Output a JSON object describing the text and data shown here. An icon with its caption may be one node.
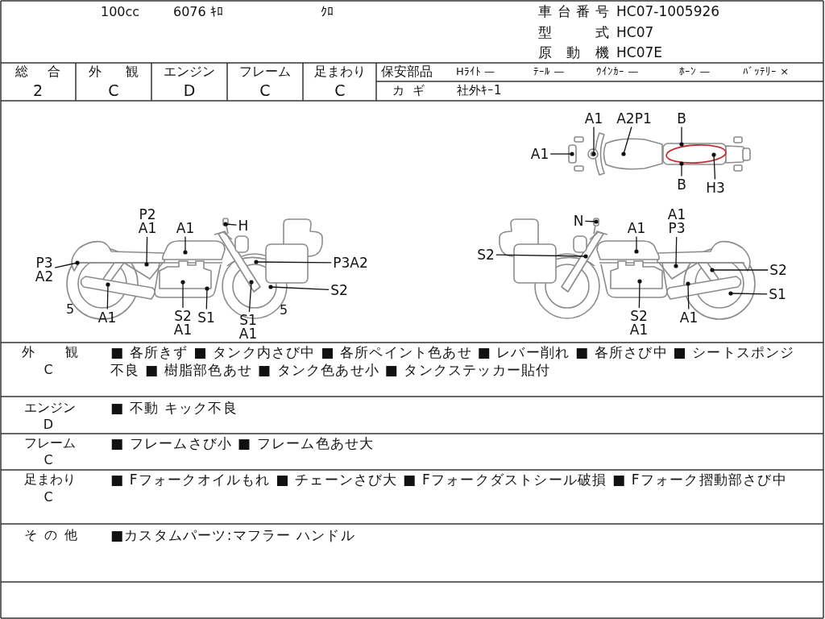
{
  "diagram": {
    "nodes": [
      {
        "text": [
          "A1"
        ]
      },
      {
        "text": [
          "A2P1"
        ]
      },
      {
        "text": [
          "B"
        ]
      },
      {
        "text": [
          "A1"
        ]
      },
      {
        "text": [
          "B"
        ]
      },
      {
        "text": [
          "H3"
        ]
      },
      {
        "text": [
          "P2",
          "A1"
        ]
      },
      {
        "text": [
          "A1"
        ]
      },
      {
        "text": [
          "H"
        ]
      },
      {
        "text": [
          "P3",
          "A2"
        ]
      },
      {
        "text": [
          "P3A2"
        ]
      },
      {
        "text": [
          "S2"
        ]
      },
      {
        "text": [
          "A1"
        ]
      },
      {
        "text": [
          "S2",
          "A1"
        ]
      },
      {
        "text": [
          "S1"
        ]
      },
      {
        "text": [
          "S1",
          "A1"
        ]
      },
      {
        "text": [
          "A1",
          "P3"
        ]
      },
      {
        "text": [
          "N"
        ]
      },
      {
        "text": [
          "A1"
        ]
      },
      {
        "text": [
          "S2"
        ]
      },
      {
        "text": [
          "S2"
        ]
      },
      {
        "text": [
          "S1"
        ]
      },
      {
        "text": [
          "S2",
          "A1"
        ]
      },
      {
        "text": [
          "A1"
        ]
      }
    ],
    "edges": [
      {
        "from": 0,
        "to": null,
        "arrow": "other"
      },
      {
        "from": 1,
        "to": null,
        "arrow": "other"
      },
      {
        "from": 2,
        "to": null,
        "arrow": "other"
      },
      {
        "from": 3,
        "to": null,
        "arrow": "other"
      },
      {
        "from": 4,
        "to": null,
        "arrow": "other"
      },
      {
        "from": 5,
        "to": null,
        "arrow": "other"
      },
      {
        "from": 6,
        "to": null,
        "arrow": "other"
      },
      {
        "from": 7,
        "to": null,
        "arrow": "other"
      },
      {
        "from": 8,
        "to": null,
        "arrow": "other"
      },
      {
        "from": 9,
        "to": null,
        "arrow": "other"
      },
      {
        "from": 10,
        "to": null,
        "arrow": "other"
      },
      {
        "from": 11,
        "to": null,
        "arrow": "other"
      },
      {
        "from": 12,
        "to": null,
        "arrow": "other"
      },
      {
        "from": 13,
        "to": null,
        "arrow": "other"
      },
      {
        "from": 14,
        "to": null,
        "arrow": "other"
      },
      {
        "from": 15,
        "to": null,
        "arrow": "other"
      },
      {
        "from": 16,
        "to": null,
        "arrow": "other"
      },
      {
        "from": 17,
        "to": null,
        "arrow": "other"
      },
      {
        "from": 18,
        "to": null,
        "arrow": "other"
      },
      {
        "from": 19,
        "to": null,
        "arrow": "other"
      },
      {
        "from": 20,
        "to": null,
        "arrow": "other"
      },
      {
        "from": 21,
        "to": null,
        "arrow": "other"
      },
      {
        "from": 22,
        "to": null,
        "arrow": "other"
      },
      {
        "from": 23,
        "to": null,
        "arrow": "other"
      }
    ],
    "labels": [
      "100cc",
      "6076 ｷﾛ",
      "ｸﾛ",
      "車台番号",
      "HC07-1005926",
      "型 式",
      "HC07",
      "原 動 機",
      "HC07E",
      "総 合",
      "外 観",
      "エンジン",
      "フレーム",
      "足まわり",
      "保安部品",
      "Hﾗｲﾄ —",
      "ﾃｰﾙ —",
      "ｳｲﾝｶｰ —",
      "ﾎｰﾝ —",
      "ﾊﾞｯﾃﾘｰ ×",
      "2",
      "C",
      "D",
      "C",
      "C",
      "カ ギ",
      "社外ｷｰ1",
      "5",
      "5",
      "外 観",
      "C",
      "■ 各所きず ■ タンク内さび中 ■ 各所ペイント色あせ ■ レバー削れ ■ 各所さび中 ■ シートスポンジ不良 ■ 樹脂部色あせ ■ タンク色あせ小 ■ タンクステッカー貼付",
      "エンジン",
      "D",
      "■ 不動 キック不良",
      "フレーム",
      "C",
      "■ フレームさび小 ■ フレーム色あせ大",
      "足まわり",
      "C",
      "■ Fフォークオイルもれ ■ チェーンさび大 ■ Fフォークダストシール破損 ■ Fフォーク摺動部さび中",
      "そ の 他",
      "■カスタムパーツ:マフラー ハンドル"
    ]
  }
}
